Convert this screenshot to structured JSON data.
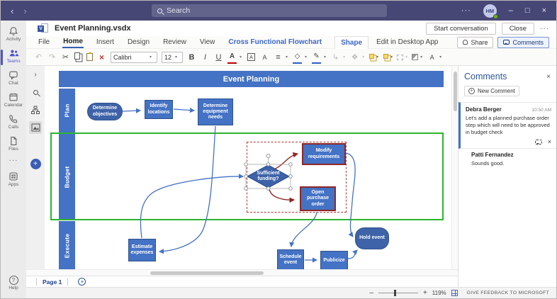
{
  "teams_bar": {
    "back_glyph": "‹",
    "forward_glyph": "›",
    "search_placeholder": "Search",
    "more_glyph": "···",
    "avatar_initials": "HM",
    "minimize_glyph": "–",
    "maximize_glyph": "□",
    "close_glyph": "×"
  },
  "sidebar": {
    "items": [
      {
        "label": "Activity"
      },
      {
        "label": "Teams"
      },
      {
        "label": "Chat"
      },
      {
        "label": "Calendar"
      },
      {
        "label": "Calls"
      },
      {
        "label": "Files"
      },
      {
        "label": "···"
      },
      {
        "label": "Apps"
      }
    ],
    "help_label": "Help",
    "help_glyph": "?"
  },
  "doc_header": {
    "app_icon_letter": "V",
    "file_name": "Event Planning.vsdx",
    "start_conversation_label": "Start conversation",
    "close_label": "Close",
    "more_glyph": "···"
  },
  "menu": {
    "items": [
      "File",
      "Home",
      "Insert",
      "Design",
      "Review",
      "View"
    ],
    "contextual_tabs": [
      "Cross Functional Flowchart",
      "Shape"
    ],
    "edit_in_desktop_label": "Edit in Desktop App",
    "share_label": "Share",
    "comments_label": "Comments"
  },
  "toolbar": {
    "undo_glyph": "↶",
    "redo_glyph": "↷",
    "cut_glyph": "✂",
    "delete_glyph": "×",
    "font_name": "Calibri",
    "font_size": "12",
    "bold_glyph": "B",
    "italic_glyph": "I",
    "underline_glyph": "U",
    "font_color_glyph": "A",
    "text_block_glyph": "A",
    "grow_font_glyph": "A",
    "align_glyph": "≡",
    "fill_glyph": "◇",
    "line_glyph": "✎",
    "connector_glyph": "↳",
    "position_glyph": "❖",
    "effects_glyph": "A",
    "caret_glyph": "▾"
  },
  "rail": {
    "expand_glyph": "›",
    "add_glyph": "+"
  },
  "flowchart": {
    "title": "Event Planning",
    "lanes": {
      "plan": "Plan",
      "budget": "Budget",
      "execute": "Execute"
    },
    "shapes": {
      "determine_objectives": "Determine objectives",
      "identify_locations": "Identify locations",
      "determine_equipment": "Determine equipment needs",
      "sufficient_funding": "Sufficient funding?",
      "modify_requirements": "Modify requirements",
      "open_purchase_order": "Open purchase order",
      "estimate_expenses": "Estimate expenses",
      "schedule_event": "Schedule event",
      "publicize": "Publicize",
      "hold_event": "Hold event"
    },
    "colors": {
      "shape_fill": "#4472c4",
      "shape_border": "#2f528f",
      "connector": "#4472c4",
      "review_red": "#8f2726",
      "lane_select_green": "#2cb52c"
    }
  },
  "comments_panel": {
    "title": "Comments",
    "close_glyph": "×",
    "new_comment_label": "New Comment",
    "plus_glyph": "+",
    "comment": {
      "author": "Debra Berger",
      "time": "10:50 AM",
      "text": "Let's add a planned purchase order step which will need to be approved in budget check",
      "delete_glyph": "×"
    },
    "reply": {
      "author": "Patti Fernandez",
      "text": "Sounds good."
    }
  },
  "status_bar": {
    "page_label": "Page 1",
    "add_page_glyph": "+",
    "zoom_out_glyph": "–",
    "zoom_in_glyph": "+",
    "zoom_level": "119%",
    "feedback_label": "GIVE FEEDBACK TO MICROSOFT"
  }
}
